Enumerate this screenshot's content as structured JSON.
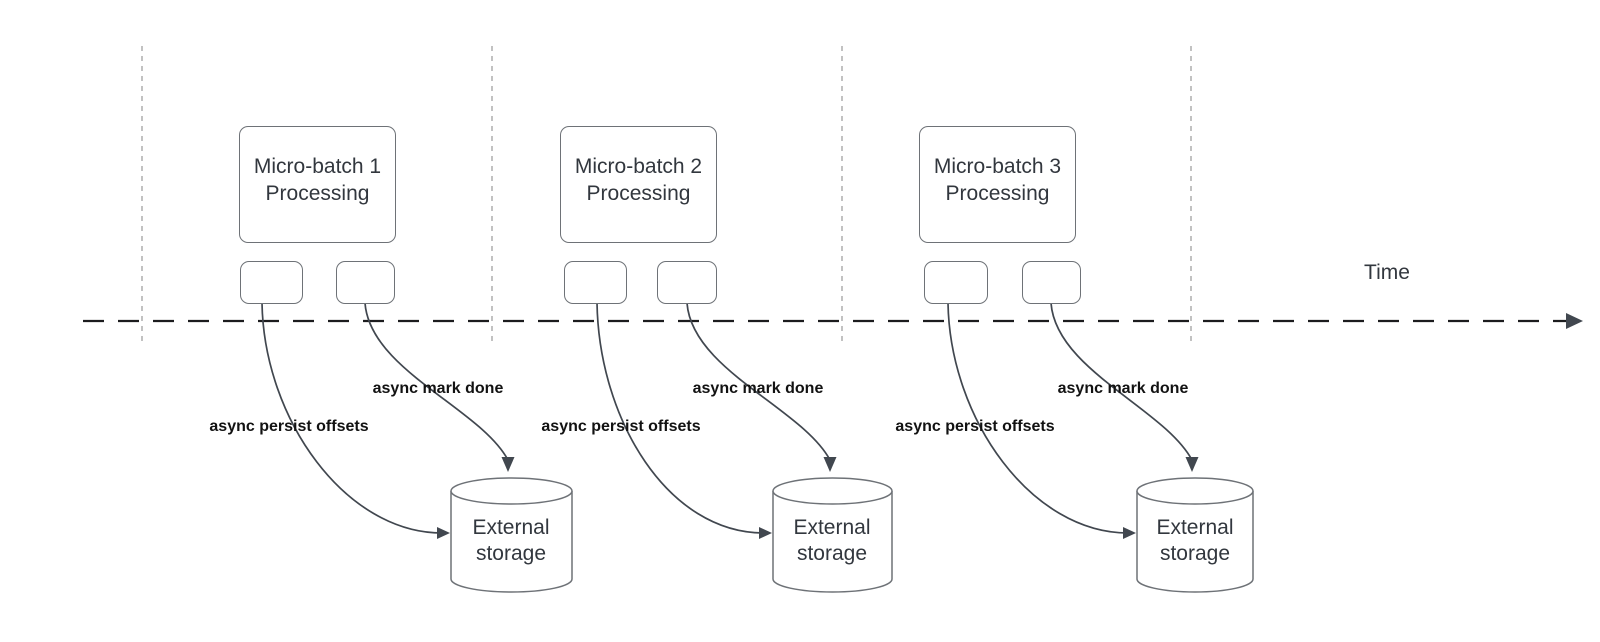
{
  "palette": {
    "background": "#ffffff",
    "box_border": "#6e7277",
    "box_text": "#32373e",
    "label_text": "#121212",
    "axis_color": "#1c1c1e",
    "gridline_color": "#a9a9a9",
    "arrow_color": "#41474f"
  },
  "time_axis": {
    "label": "Time"
  },
  "batches": [
    {
      "title": "Micro-batch 1\nProcessing",
      "persist_label": "async persist offsets",
      "done_label": "async mark done",
      "storage_label": "External\nstorage"
    },
    {
      "title": "Micro-batch 2\nProcessing",
      "persist_label": "async persist offsets",
      "done_label": "async mark done",
      "storage_label": "External\nstorage"
    },
    {
      "title": "Micro-batch 3\nProcessing",
      "persist_label": "async persist offsets",
      "done_label": "async mark done",
      "storage_label": "External\nstorage"
    }
  ]
}
